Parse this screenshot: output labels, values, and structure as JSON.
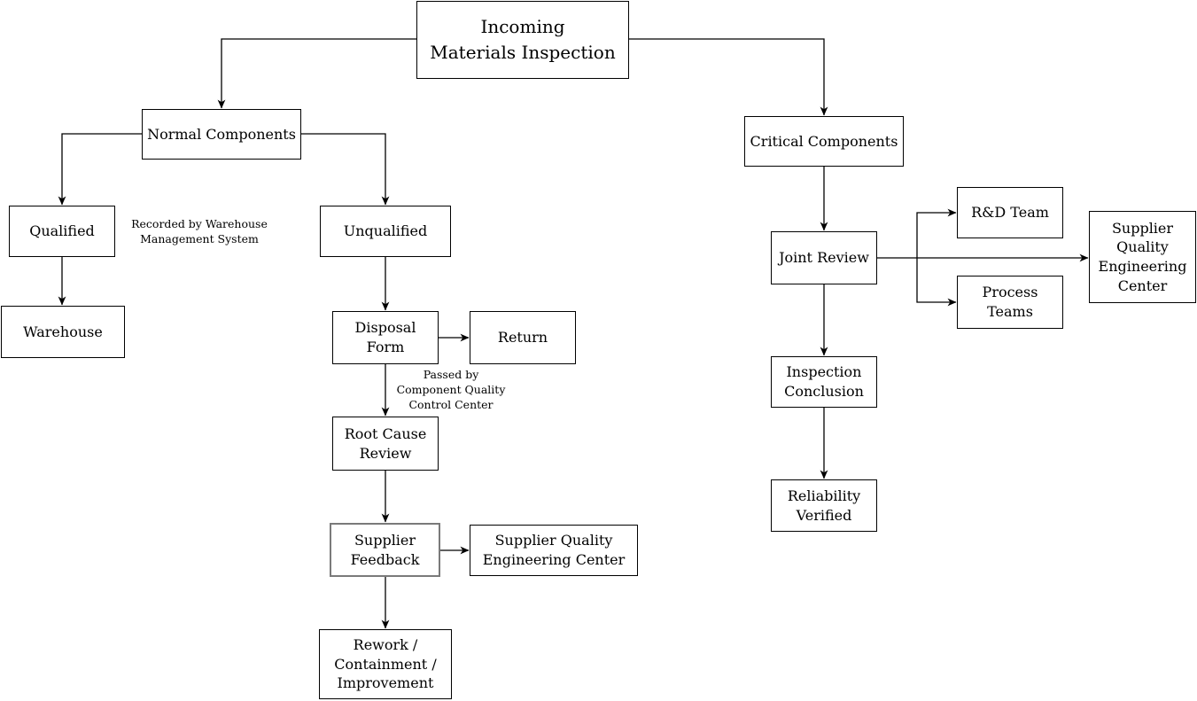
{
  "nodes": {
    "title": {
      "label": "Incoming\nMaterials Inspection"
    },
    "normal": {
      "label": "Normal Components"
    },
    "qualified": {
      "label": "Qualified"
    },
    "warehouse": {
      "label": "Warehouse"
    },
    "unqualified": {
      "label": "Unqualified"
    },
    "disposal": {
      "label": "Disposal\nForm"
    },
    "return": {
      "label": "Return"
    },
    "rootcause": {
      "label": "Root Cause\nReview"
    },
    "feedback": {
      "label": "Supplier\nFeedback"
    },
    "sqec_mid": {
      "label": "Supplier Quality\nEngineering Center"
    },
    "rework": {
      "label": "Rework /\nContainment /\nImprovement"
    },
    "critical": {
      "label": "Critical Components"
    },
    "joint": {
      "label": "Joint Review"
    },
    "rd": {
      "label": "R&D Team"
    },
    "process": {
      "label": "Process\nTeams"
    },
    "sqec_right": {
      "label": "Supplier\nQuality\nEngineering\nCenter"
    },
    "inspection": {
      "label": "Inspection\nConclusion"
    },
    "reliability": {
      "label": "Reliability\nVerified"
    }
  },
  "annotations": {
    "recorded": {
      "text": "Recorded by Warehouse\nManagement System"
    },
    "passed": {
      "text": "Passed by\nComponent Quality\nControl Center"
    }
  },
  "colors": {
    "background": "#ffffff",
    "box_border": "#000000",
    "highlight_border": "#7a7a7a",
    "text": "#000000",
    "connector": "#000000"
  }
}
